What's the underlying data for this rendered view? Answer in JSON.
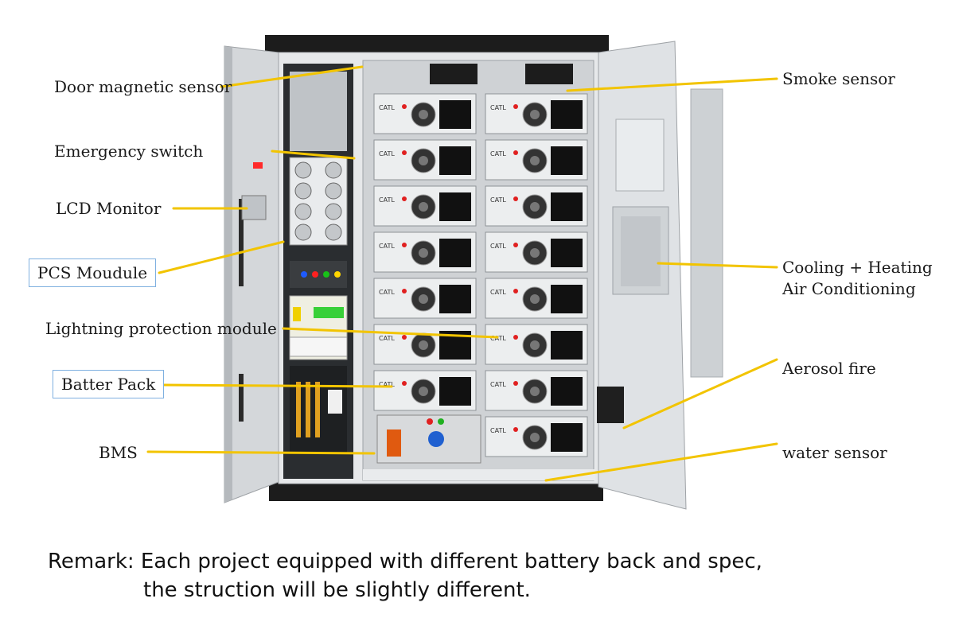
{
  "labels": {
    "door_sensor": "Door magnetic sensor",
    "emergency_switch": "Emergency switch",
    "lcd_monitor": "LCD Monitor",
    "pcs_module": "PCS Moudule",
    "lightning": "Lightning protection module",
    "battery_pack": "Batter Pack",
    "bms": "BMS",
    "smoke_sensor": "Smoke sensor",
    "cooling_line1": "Cooling + Heating",
    "cooling_line2": "Air Conditioning",
    "aerosol": "Aerosol fire",
    "water_sensor": "water sensor"
  },
  "module_brand": "CATL",
  "remark": {
    "line1": "Remark: Each project equipped with different battery back and spec,",
    "line2": "the struction will be slightly different."
  },
  "colors": {
    "leader": "#f2c400",
    "cabinet": "#d9dcdf",
    "frame": "#1a1a1a",
    "box_border": "#7fb0e0"
  }
}
